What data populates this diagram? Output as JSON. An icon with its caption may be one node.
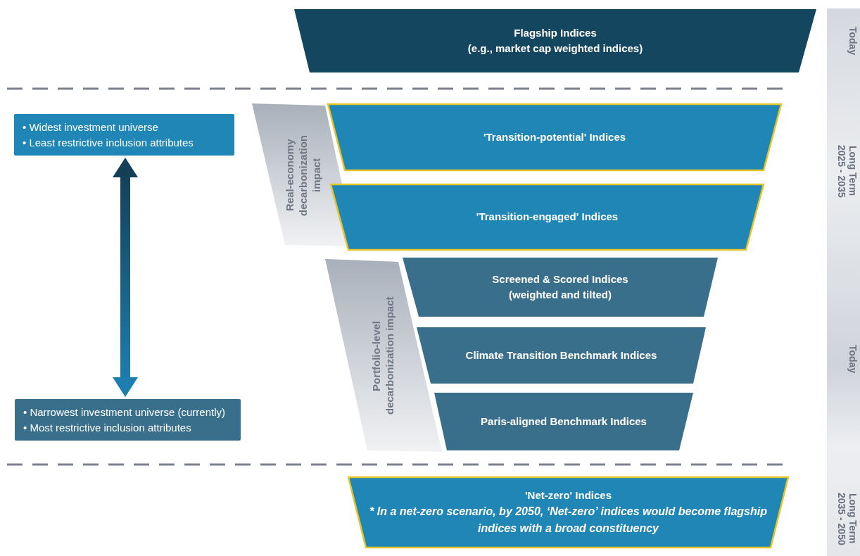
{
  "diagram": {
    "nodes": [
      {
        "text": [
          "Flagship Indices",
          "(e.g., market cap weighted indices)"
        ]
      },
      {
        "text": [
          "• Widest investment universe",
          "• Least restrictive inclusion attributes"
        ]
      },
      {
        "text": [
          "Real-economy decarbonization impact"
        ]
      },
      {
        "text": [
          "'Transition-potential' Indices"
        ]
      },
      {
        "text": [
          "'Transition-engaged' Indices"
        ]
      },
      {
        "text": [
          "Portfolio-level decarbonization impact"
        ]
      },
      {
        "text": [
          "Screened & Scored Indices",
          "(weighted and tilted)"
        ]
      },
      {
        "text": [
          "Climate Transition Benchmark Indices"
        ]
      },
      {
        "text": [
          "Paris-aligned Benchmark Indices"
        ]
      },
      {
        "text": [
          "• Narrowest investment universe (currently)",
          "• Most restrictive inclusion attributes"
        ]
      },
      {
        "text": [
          "'Net-zero' Indices",
          "* In a net-zero scenario, by 2050, ‘Net-zero’ indices would become flagship indices with a broad constituency"
        ]
      }
    ],
    "edges": [
      {
        "from": 1,
        "to": 9,
        "arrow": "both"
      }
    ],
    "labels": [
      "Today",
      "Long Term 2025 - 2035",
      "Today",
      "Long Term 2035 - 2050"
    ]
  }
}
